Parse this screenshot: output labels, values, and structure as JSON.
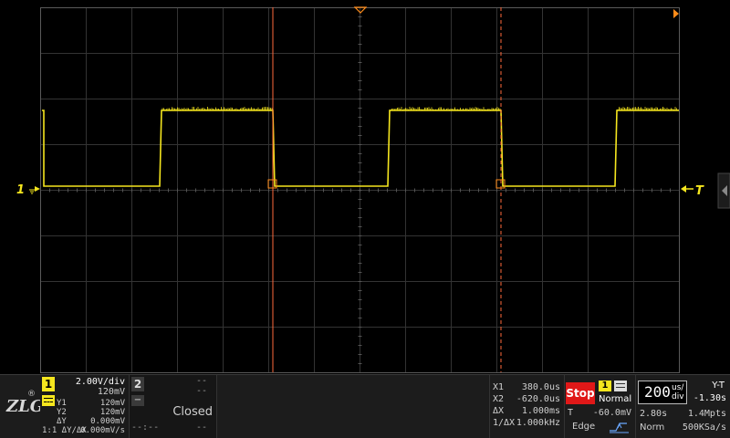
{
  "colors": {
    "trace": "#f5e61e",
    "cursor": "#ff6a3d",
    "grid": "#3a3a3a",
    "stop": "#e01818",
    "trigger_marker": "#ff8c1a"
  },
  "screen": {
    "channel_marker_label": "1",
    "trigger_level_label": "T"
  },
  "logo": {
    "text": "ZLG",
    "registered": "®"
  },
  "ch1": {
    "badge": "1",
    "volts_per_div": "2.00V/div",
    "offset": "120mV",
    "y1_label": "Y1",
    "y1_value": "120mV",
    "y2_label": "Y2",
    "y2_value": "120mV",
    "dy_label": "ΔY",
    "dy_value": "0.000mV",
    "ratio_label": "1:1 ΔY/ΔX",
    "ratio_value": "0.000mV/s"
  },
  "ch2": {
    "badge": "2",
    "minus": "−",
    "dash1": "--",
    "dash2": "--",
    "dash3": "--",
    "dash4": "--:--",
    "status": "Closed"
  },
  "cursors": {
    "x1_label": "X1",
    "x1_value": "380.0us",
    "x2_label": "X2",
    "x2_value": "-620.0us",
    "dx_label": "ΔX",
    "dx_value": "1.000ms",
    "inv_dx_label": "1/ΔX",
    "inv_dx_value": "1.000kHz"
  },
  "acquisition": {
    "state": "Stop",
    "trigger_source": "1",
    "trigger_mode": "Normal",
    "trigger_level_label": "T",
    "trigger_level_value": "-60.0mV",
    "trigger_type": "Edge"
  },
  "timebase": {
    "value": "200",
    "unit_top": "us/",
    "unit_bottom": "div",
    "mode": "Y-T",
    "offset": "-1.30s",
    "record_time": "2.80s",
    "memory_depth": "1.4Mpts",
    "acq_mode": "Norm",
    "sample_rate": "500KSa/s"
  }
}
